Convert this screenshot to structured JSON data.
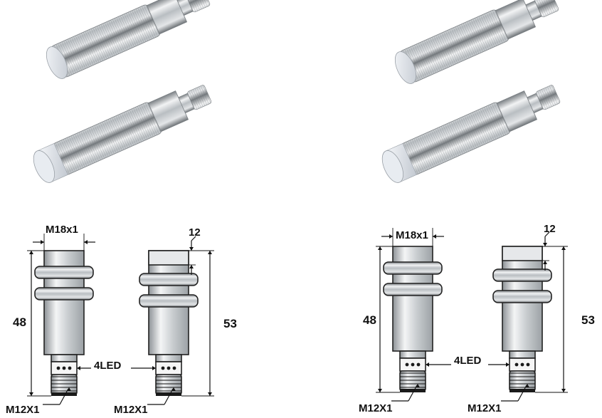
{
  "colors": {
    "metal_light": "#eef0f1",
    "metal_mid": "#c9cdd0",
    "metal_dark": "#8d9296",
    "cap": "#dfe3e8",
    "outline": "#222222",
    "dim_line": "#111111",
    "connector_dark": "#1a1a1a"
  },
  "icons": [
    "sensor-photo-icon",
    "sensor-drawing-icon",
    "arrowhead-icon"
  ],
  "left_panel": {
    "thread_label": "M18x1",
    "length_flush": "48",
    "length_nonflush": "53",
    "protrusion": "12",
    "led_label": "4LED",
    "connector_label_a": "M12X1",
    "connector_label_b": "M12X1"
  },
  "right_panel": {
    "thread_label": "M18x1",
    "length_flush": "48",
    "length_nonflush": "53",
    "protrusion": "12",
    "led_label": "4LED",
    "connector_label_a": "M12X1",
    "connector_label_b": "M12X1"
  }
}
